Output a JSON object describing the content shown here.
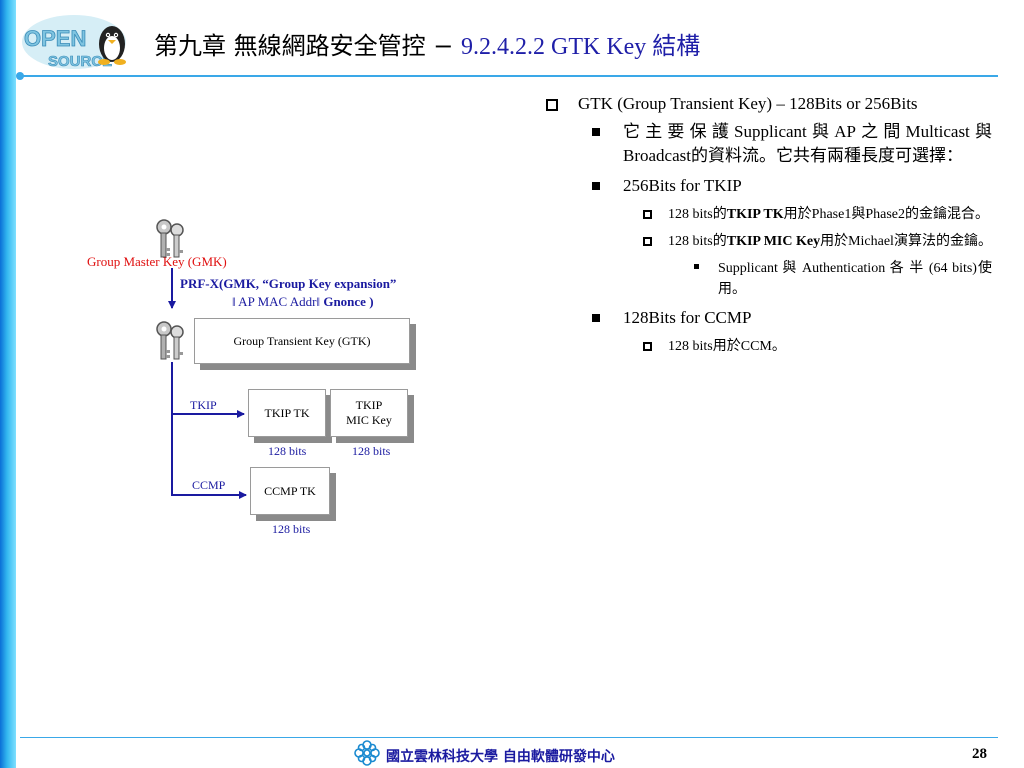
{
  "title": {
    "chinese": "第九章 無線網路安全管控 − ",
    "english": "9.2.4.2.2 GTK Key 結構"
  },
  "logo": {
    "text_top": "OPEN",
    "text_bottom": "SOURCE"
  },
  "bullets": [
    {
      "level": 1,
      "parts": [
        {
          "text": "GTK (Group Transient Key) – 128Bits or 256Bits"
        }
      ]
    },
    {
      "level": 2,
      "parts": [
        {
          "text": "它主要保護Supplicant與AP之間Multicast與Broadcast的資料流。它共有兩種長度可選擇："
        }
      ]
    },
    {
      "level": 2,
      "parts": [
        {
          "text": "256Bits for  TKIP"
        }
      ]
    },
    {
      "level": 3,
      "parts": [
        {
          "text": "128  bits的"
        },
        {
          "text": "TKIP  TK",
          "bold": true
        },
        {
          "text": "用於Phase1與Phase2的金鑰混合。"
        }
      ]
    },
    {
      "level": 3,
      "parts": [
        {
          "text": "128  bits的"
        },
        {
          "text": "TKIP  MIC  Key",
          "bold": true
        },
        {
          "text": "用於Michael演算法的金鑰。"
        }
      ]
    },
    {
      "level": 4,
      "parts": [
        {
          "text": "Supplicant 與 Authentication 各 半 (64 bits)使用。"
        }
      ]
    },
    {
      "level": 2,
      "parts": [
        {
          "text": "128Bits for CCMP"
        }
      ]
    },
    {
      "level": 3,
      "parts": [
        {
          "text": "128 bits用於CCM。"
        }
      ]
    }
  ],
  "diagram": {
    "gmk_label": "Group Master Key (GMK)",
    "prf_line1": "PRF-X(GMK, “Group Key expansion”",
    "prf_line2_prefix": "ǁ AP MAC Addrǁ ",
    "prf_line2_bold": "Gnonce )",
    "gtk_box": "Group  Transient Key (GTK)",
    "tkip_label": "TKIP",
    "ccmp_label": "CCMP",
    "tkip_tk_box": "TKIP TK",
    "tkip_mic_box_line1": "TKIP",
    "tkip_mic_box_line2": "MIC Key",
    "ccmp_tk_box": "CCMP TK",
    "bits_tkip_tk": "128 bits",
    "bits_tkip_mic": "128 bits",
    "bits_ccmp_tk": "128 bits",
    "colors": {
      "arrow": "#1a1aa0",
      "gmk_text": "#e01010",
      "label_text": "#1a1aa0"
    }
  },
  "footer": {
    "text": "國立雲林科技大學 自由軟體研發中心",
    "page_number": "28"
  }
}
